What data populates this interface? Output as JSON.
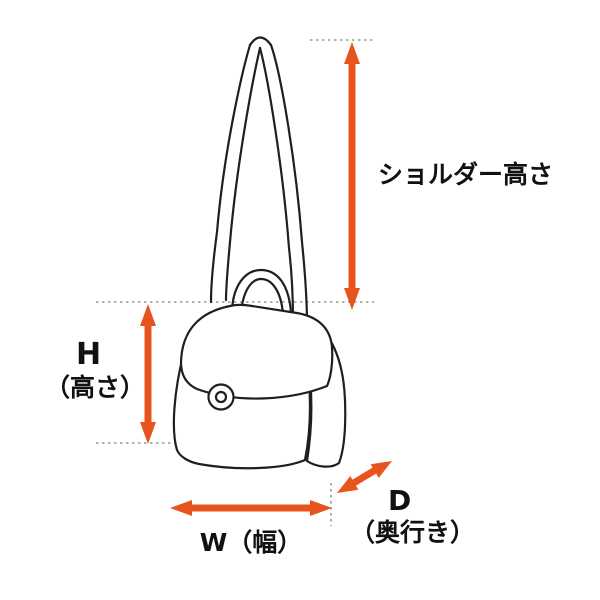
{
  "figure": {
    "labels": {
      "shoulder_height": "ショルダー高さ",
      "height_letter": "H",
      "height_name": "（高さ）",
      "width": "W（幅）",
      "depth_letter": "D",
      "depth_name": "（奥行き）"
    },
    "colors": {
      "arrow": "#e8541e",
      "line_art": "#1f1f1f",
      "guide": "#9a9a9a",
      "text": "#111111",
      "background": "#ffffff"
    }
  }
}
